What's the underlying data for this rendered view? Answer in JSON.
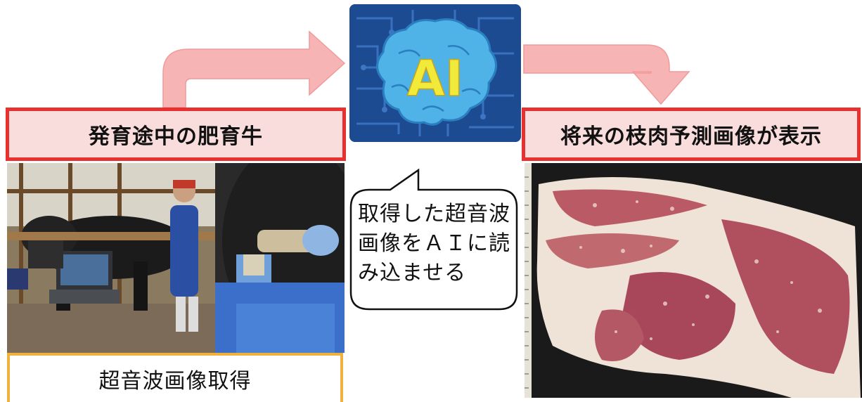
{
  "left_label": "発育途中の肥育牛",
  "right_label": "将来の枝肉予測画像が表示",
  "ai_text": "AI",
  "caption": "超音波画像取得",
  "bubble_lines": [
    "取得した超音波",
    "画像をＡＩに読",
    "み込ませる"
  ],
  "colors": {
    "label_fill": "#f9dcdc",
    "label_border": "#e8312e",
    "arrow_fill": "#f7b4b4",
    "caption_border": "#f0b23c",
    "ai_background": "#1d4b92",
    "ai_brain": "#4fb3e8",
    "ai_text": "#f2ea3a"
  }
}
